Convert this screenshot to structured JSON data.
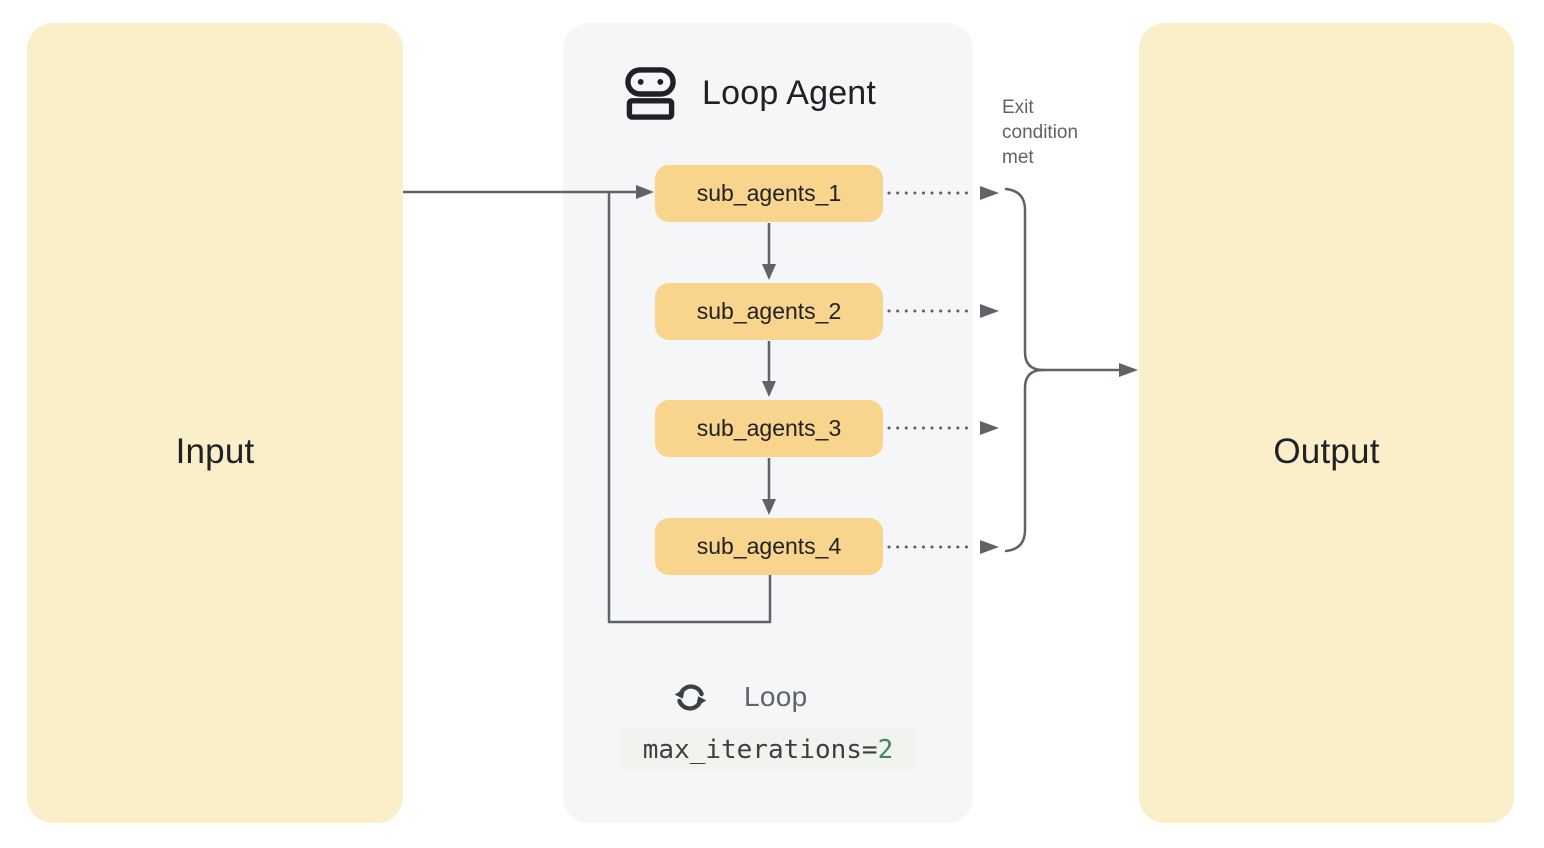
{
  "colors": {
    "io_box_fill": "#FAEFC9",
    "sub_agent_fill": "#F9D48C",
    "panel_fill": "#F4F6F8",
    "connector_gray": "#5F6368",
    "text_dark": "#202124",
    "code_value_green": "#418856",
    "code_chip_bg": "#F1F3EF"
  },
  "input": {
    "label": "Input"
  },
  "output": {
    "label": "Output"
  },
  "exit_note": "Exit condition met",
  "agent": {
    "title": "Loop Agent",
    "sub_agents": [
      "sub_agents_1",
      "sub_agents_2",
      "sub_agents_3",
      "sub_agents_4"
    ],
    "loop": {
      "label": "Loop",
      "code_key": "max_iterations=",
      "code_value": "2"
    }
  },
  "icons": {
    "header": "robot-icon",
    "loop": "loop-sync-icon"
  }
}
